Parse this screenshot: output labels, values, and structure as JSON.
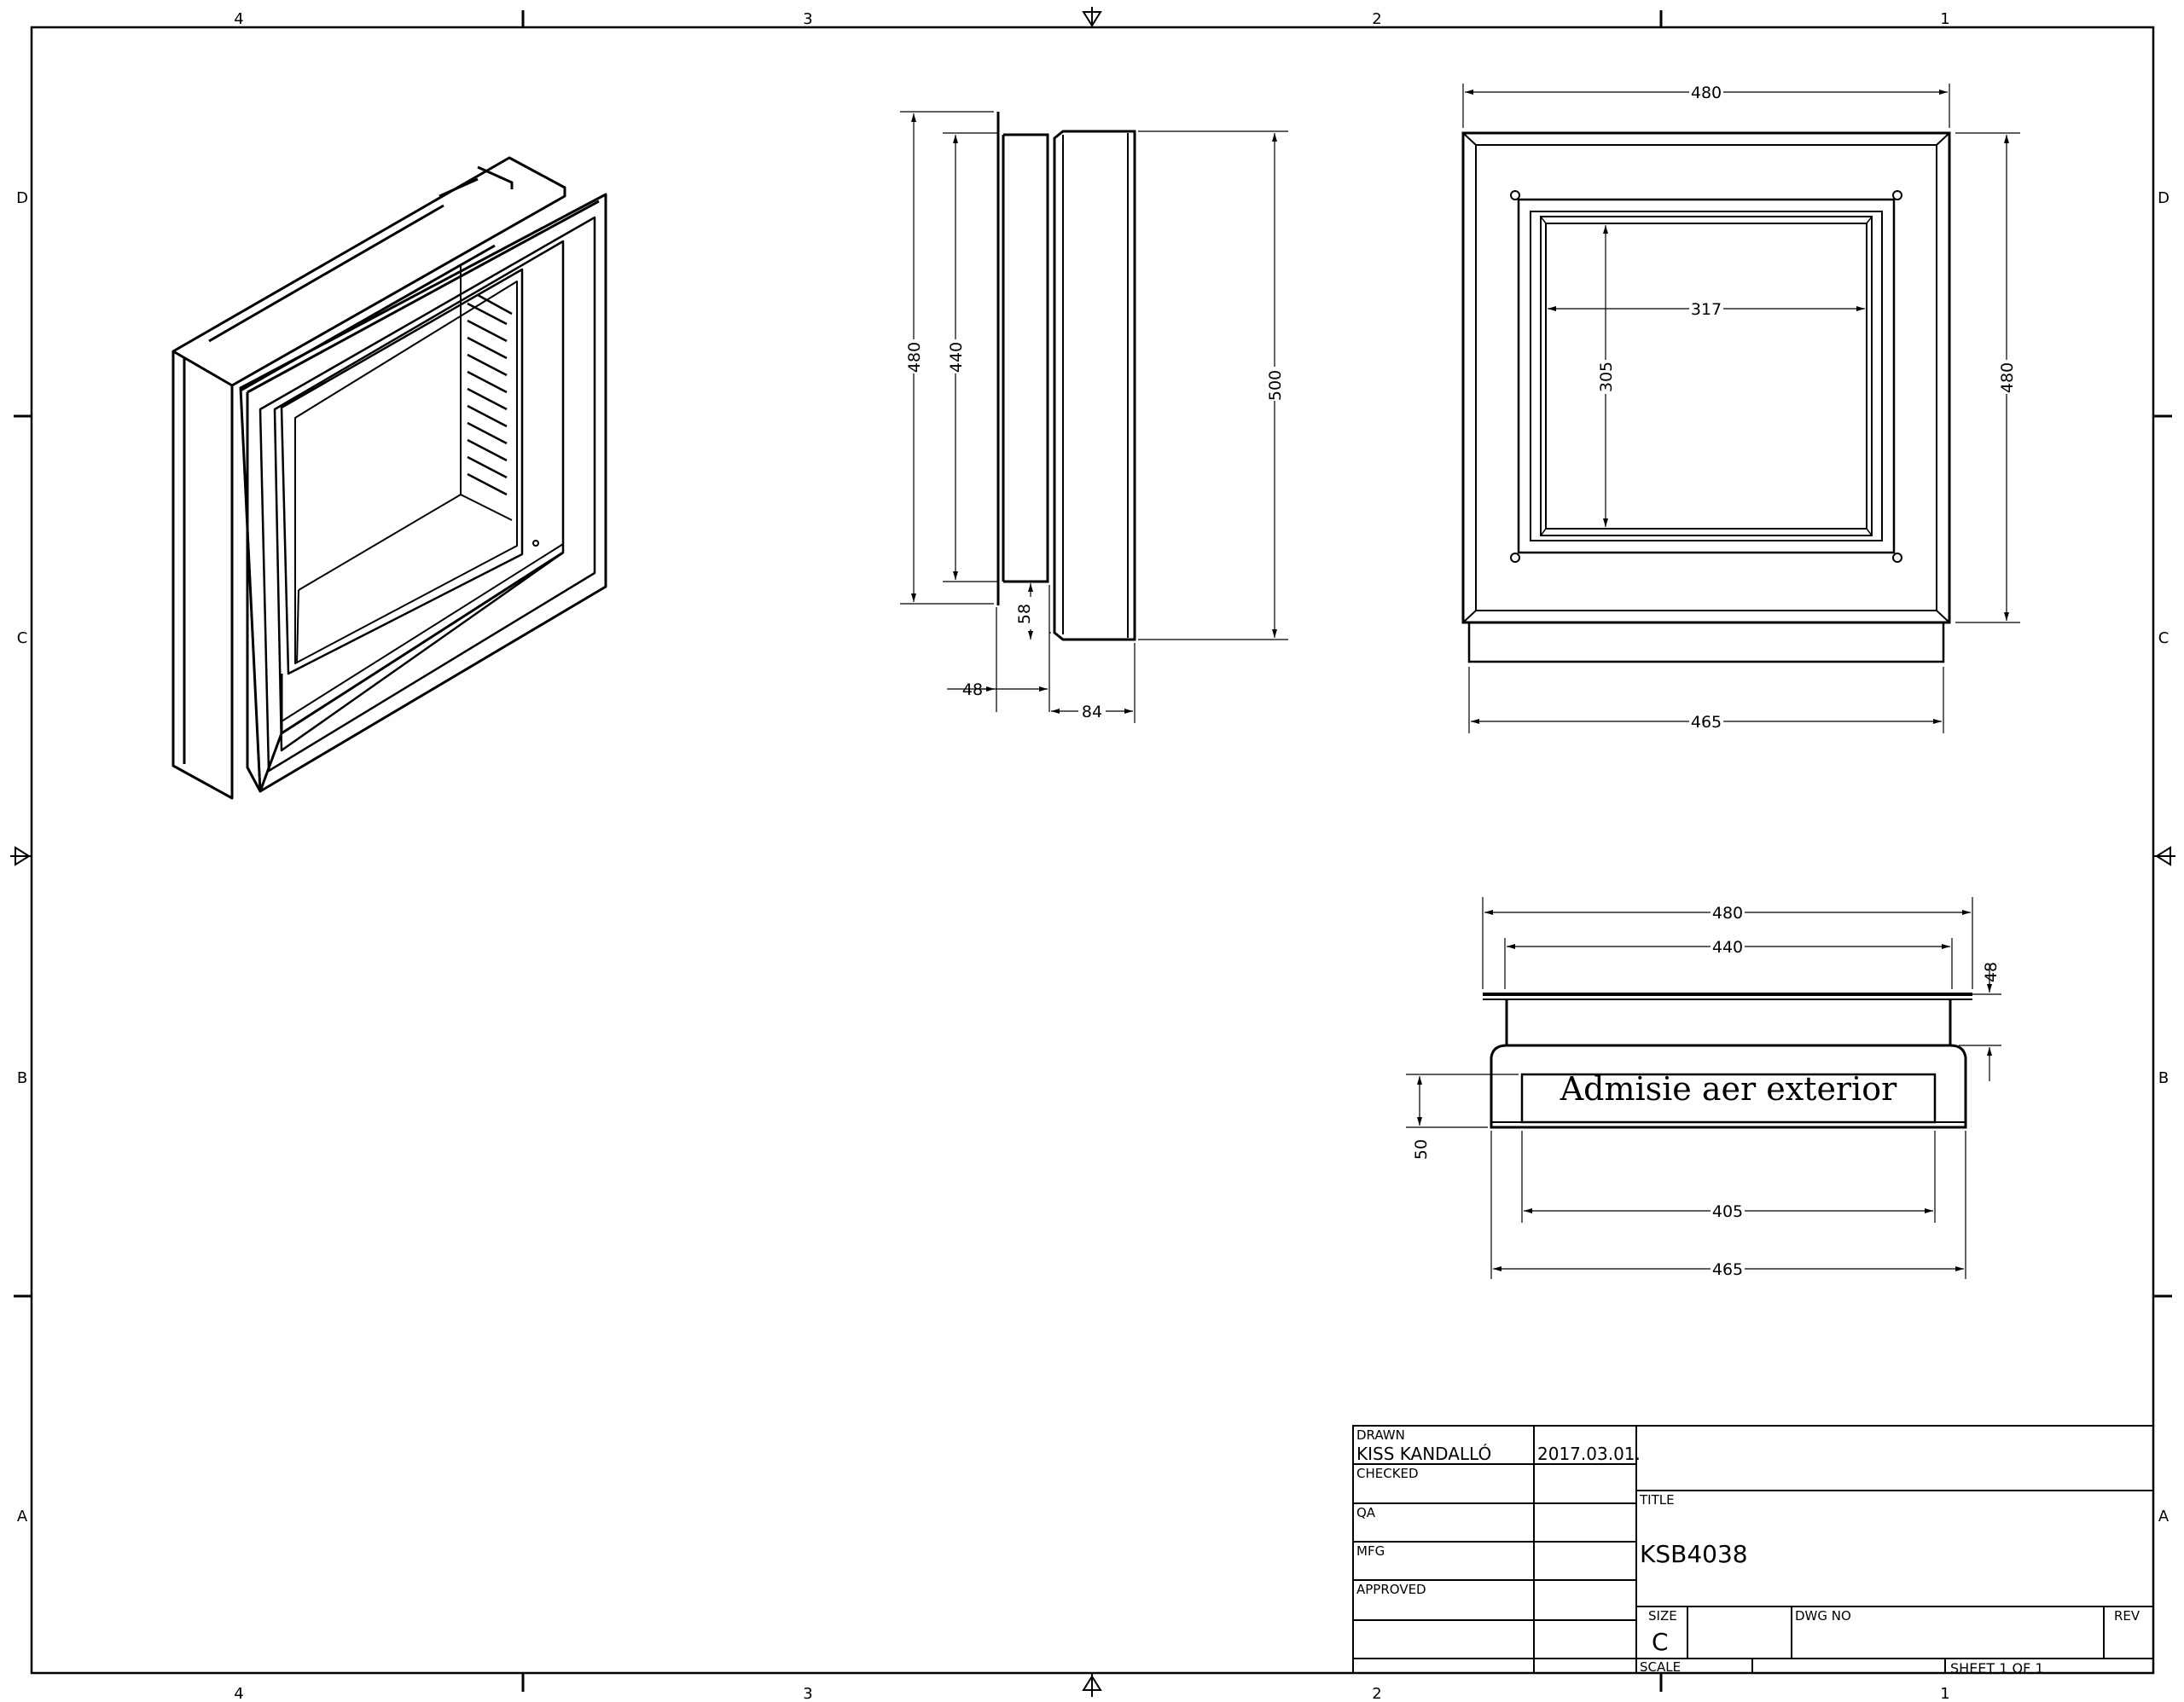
{
  "grid": {
    "columns": [
      "4",
      "3",
      "2",
      "1"
    ],
    "rows": [
      "D",
      "C",
      "B",
      "A"
    ]
  },
  "views": {
    "side": {
      "dim_outer_height": "480",
      "dim_inner_height": "440",
      "dim_total_height": "500",
      "dim_bottom_offset": "58",
      "dim_flange_depth": "48",
      "dim_body_depth": "84"
    },
    "front": {
      "dim_top_width": "480",
      "dim_inner_width": "317",
      "dim_inner_height": "305",
      "dim_right_height": "480",
      "dim_bottom_width": "465"
    },
    "bottom": {
      "dim_outer_width": "480",
      "dim_inner_width": "440",
      "dim_flange": "48",
      "dim_height": "50",
      "dim_opening_width": "405",
      "dim_base_width": "465",
      "label": "Admisie aer exterior"
    }
  },
  "title_block": {
    "drawn_label": "DRAWN",
    "drawn_by": "KISS KANDALLÓ",
    "drawn_date": "2017.03.01.",
    "checked_label": "CHECKED",
    "qa_label": "QA",
    "mfg_label": "MFG",
    "approved_label": "APPROVED",
    "title_label": "TITLE",
    "title": "KSB4038",
    "size_label": "SIZE",
    "size": "C",
    "dwg_no_label": "DWG NO",
    "rev_label": "REV",
    "scale_label": "SCALE",
    "sheet": "SHEET 1  OF 1"
  }
}
